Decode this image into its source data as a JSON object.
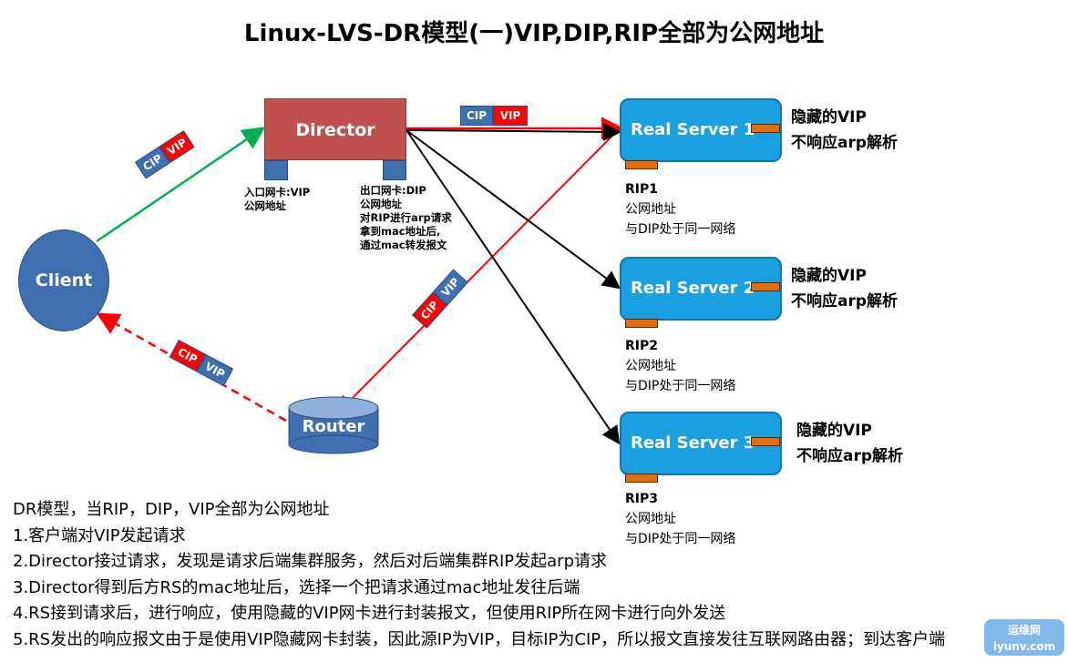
{
  "title": "Linux-LVS-DR模型(一)VIP,DIP,RIP全部为公网地址",
  "director": {
    "label": "Director",
    "nic_in_label": "入口网卡:VIP\n公网地址",
    "nic_out_label": "出口网卡:DIP\n公网地址\n对RIP进行arp请求\n拿到mac地址后,\n通过mac转发报文"
  },
  "client": {
    "label": "Client"
  },
  "router": {
    "label": "Router"
  },
  "packets": {
    "cip": "CIP",
    "vip": "VIP"
  },
  "real_servers": [
    {
      "label": "Real Server 1",
      "hidden_vip": "隐藏的VIP",
      "no_arp": "不响应arp解析",
      "rip": "RIP1",
      "public": "公网地址",
      "same_net": "与DIP处于同一网络"
    },
    {
      "label": "Real Server 2",
      "hidden_vip": "隐藏的VIP",
      "no_arp": "不响应arp解析",
      "rip": "RIP2",
      "public": "公网地址",
      "same_net": "与DIP处于同一网络"
    },
    {
      "label": "Real Server 3",
      "hidden_vip": "隐藏的VIP",
      "no_arp": "不响应arp解析",
      "rip": "RIP3",
      "public": "公网地址",
      "same_net": "与DIP处于同一网络"
    }
  ],
  "description": [
    "DR模型，当RIP，DIP，VIP全部为公网地址",
    "1.客户端对VIP发起请求",
    "2.Director接过请求，发现是请求后端集群服务，然后对后端集群RIP发起arp请求",
    "3.Director得到后方RS的mac地址后，选择一个把请求通过mac地址发往后端",
    "4.RS接到请求后，进行响应，使用隐藏的VIP网卡进行封装报文，但使用RIP所在网卡进行向外发送",
    "5.RS发出的响应报文由于是使用VIP隐藏网卡封装，因此源IP为VIP，目标IP为CIP，所以报文直接发往互联网路由器；到达客户端"
  ],
  "watermark": {
    "line1": "运维网",
    "line2": "iyunv.com"
  },
  "colors": {
    "director": "#c0504d",
    "nic": "#3e6fb0",
    "real_server": "#1a9fe0",
    "port": "#e46c0a",
    "request_arrow": "#00b050",
    "forward_arrow": "#ff0000",
    "dispatch_arrow": "#000000"
  }
}
